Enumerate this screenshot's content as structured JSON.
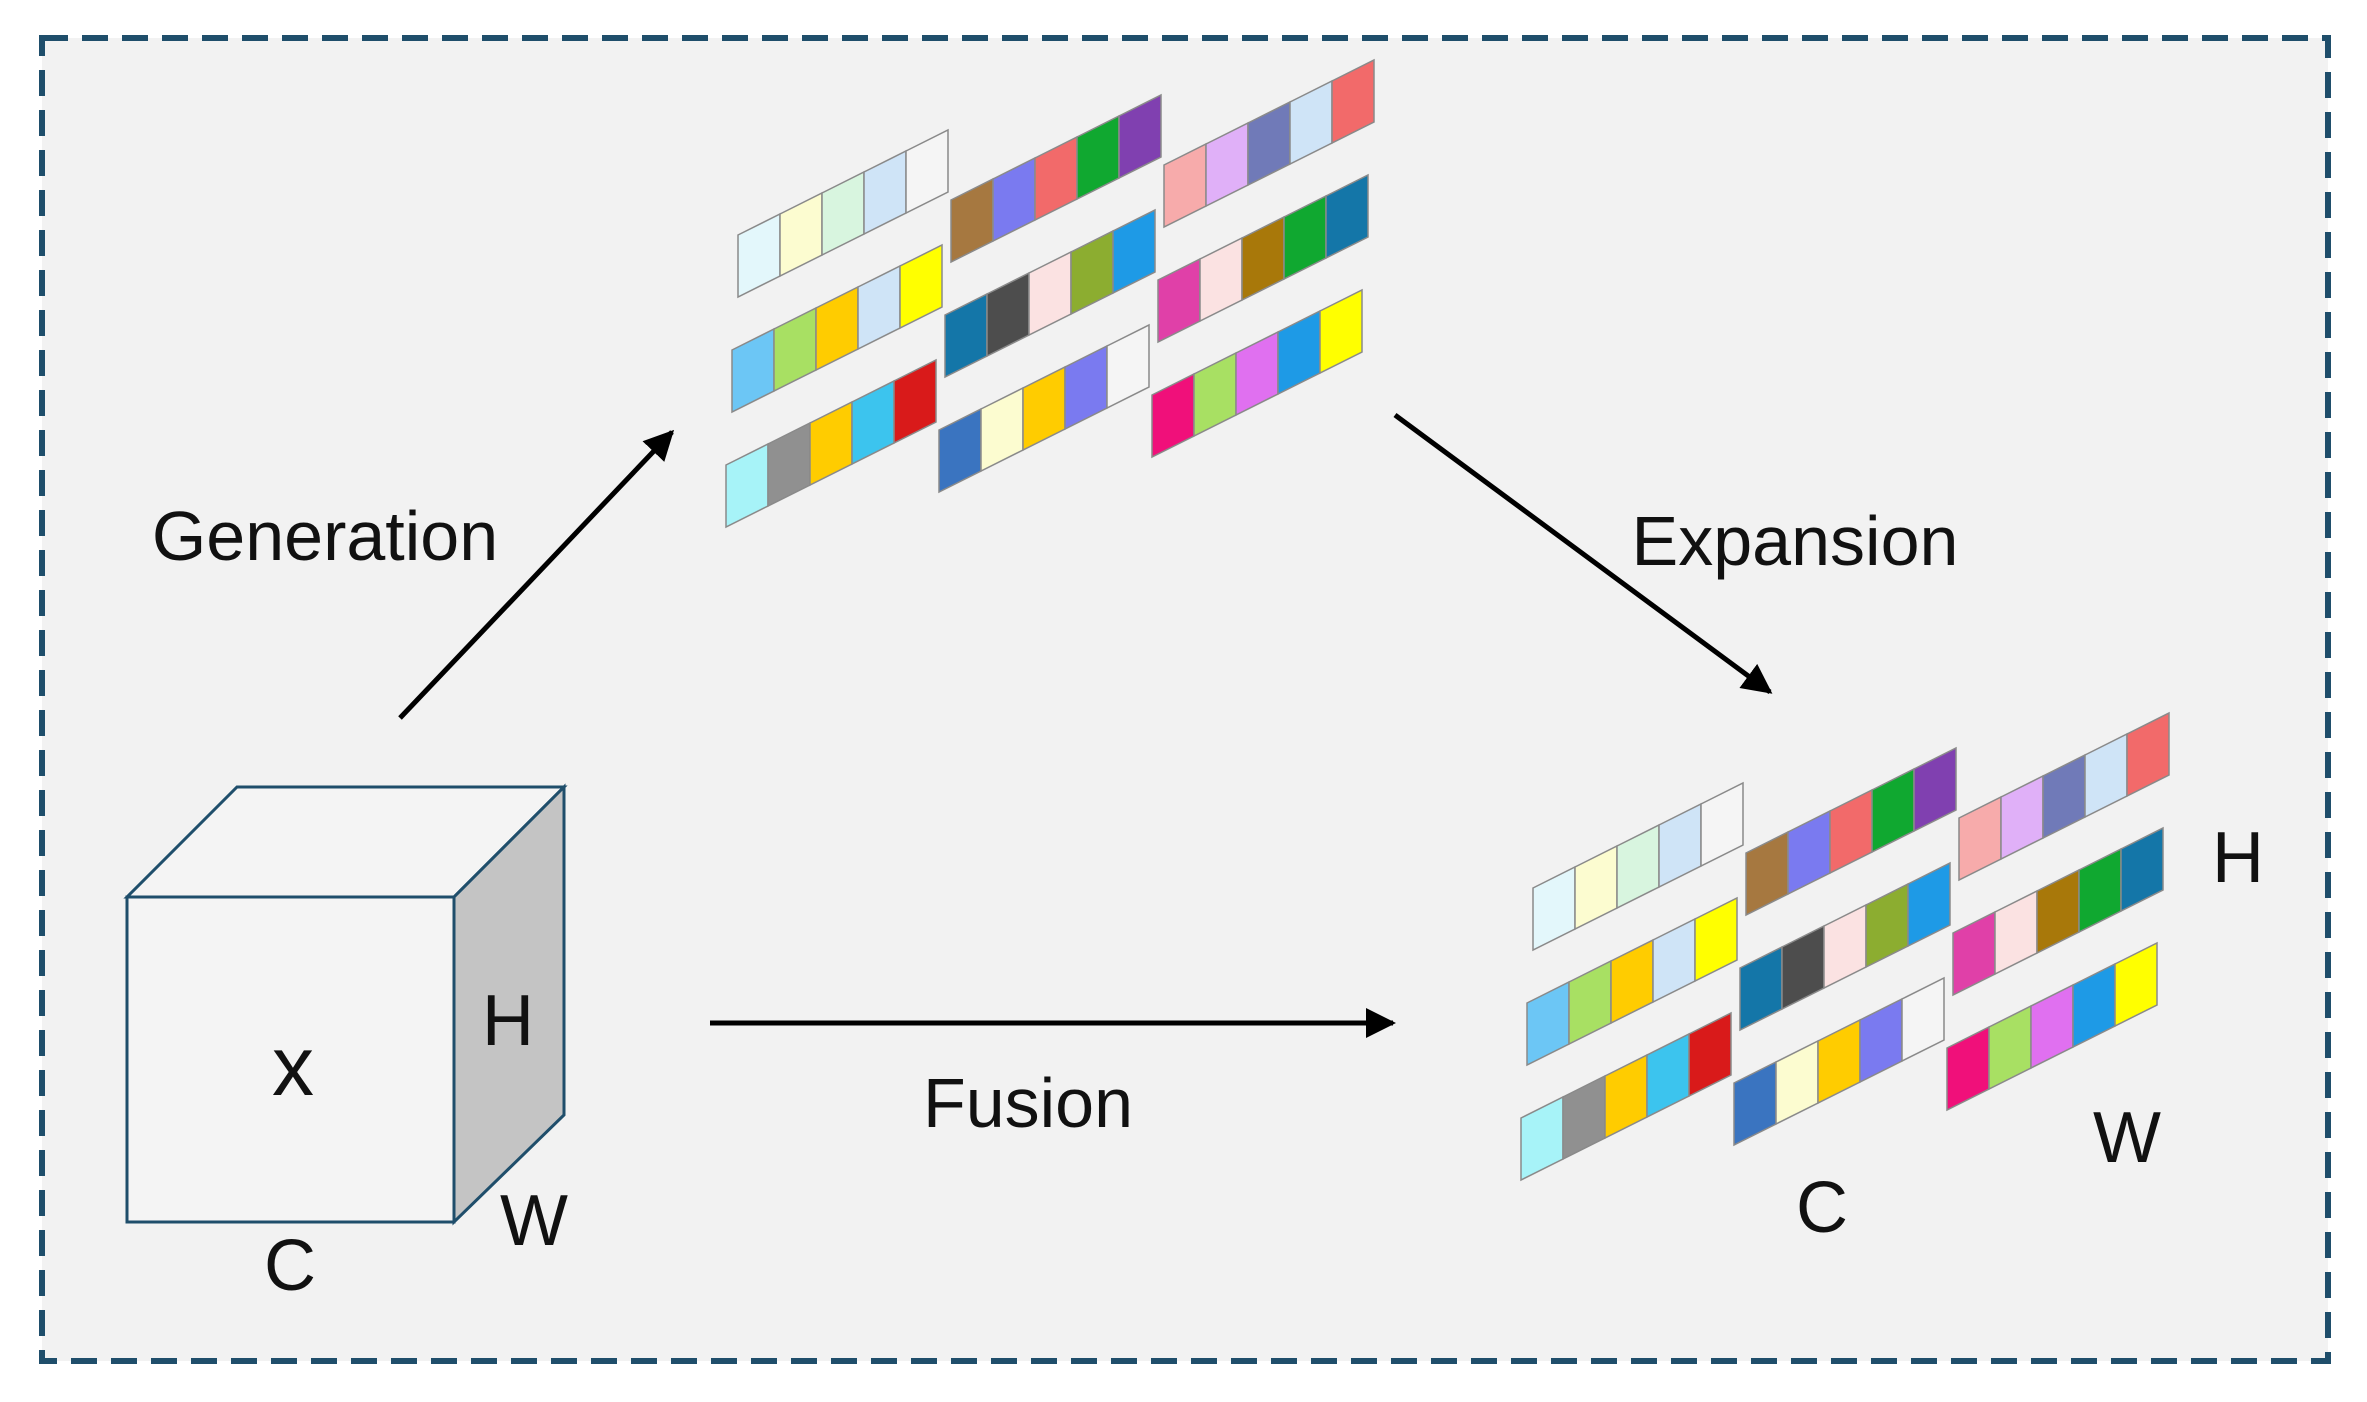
{
  "labels": {
    "generation": "Generation",
    "expansion": "Expansion",
    "fusion": "Fusion",
    "cube_x": "x",
    "cube_h": "H",
    "cube_w": "W",
    "cube_c": "C",
    "out_h": "H",
    "out_w": "W",
    "out_c": "C"
  },
  "colors": {
    "background": "#f2f2f2",
    "frame": "#1f4e6b",
    "cube_side": "#c4c4c4",
    "arrow": "#000000"
  },
  "groups": [
    {
      "rows": [
        [
          "#e3f7fb",
          "#fcfcd0",
          "#d8f5df",
          "#cfe4f7",
          "#f5f5f5"
        ],
        [
          "#6cc6f5",
          "#a8e063",
          "#ffcc00",
          "#cfe4f7",
          "#ffff00"
        ],
        [
          "#a7f3f8",
          "#909090",
          "#ffcc00",
          "#3cc4ee",
          "#d91a1a"
        ]
      ]
    },
    {
      "rows": [
        [
          "#a67840",
          "#7a7af0",
          "#f26a6a",
          "#10a830",
          "#8040b0"
        ],
        [
          "#1476a8",
          "#4d4d4d",
          "#fbe2e2",
          "#8cad30",
          "#1e9ae6"
        ],
        [
          "#3a74c0",
          "#fcfcd0",
          "#ffcc00",
          "#7a7af0",
          "#f5f5f5"
        ]
      ]
    },
    {
      "rows": [
        [
          "#f7abab",
          "#e0b0f8",
          "#707ab8",
          "#cfe4f7",
          "#f26a6a"
        ],
        [
          "#e040a8",
          "#fbe2e2",
          "#a8780a",
          "#10a830",
          "#1476a8"
        ],
        [
          "#f0107a",
          "#a8e063",
          "#e070f0",
          "#1e9ae6",
          "#ffff00"
        ]
      ]
    }
  ]
}
